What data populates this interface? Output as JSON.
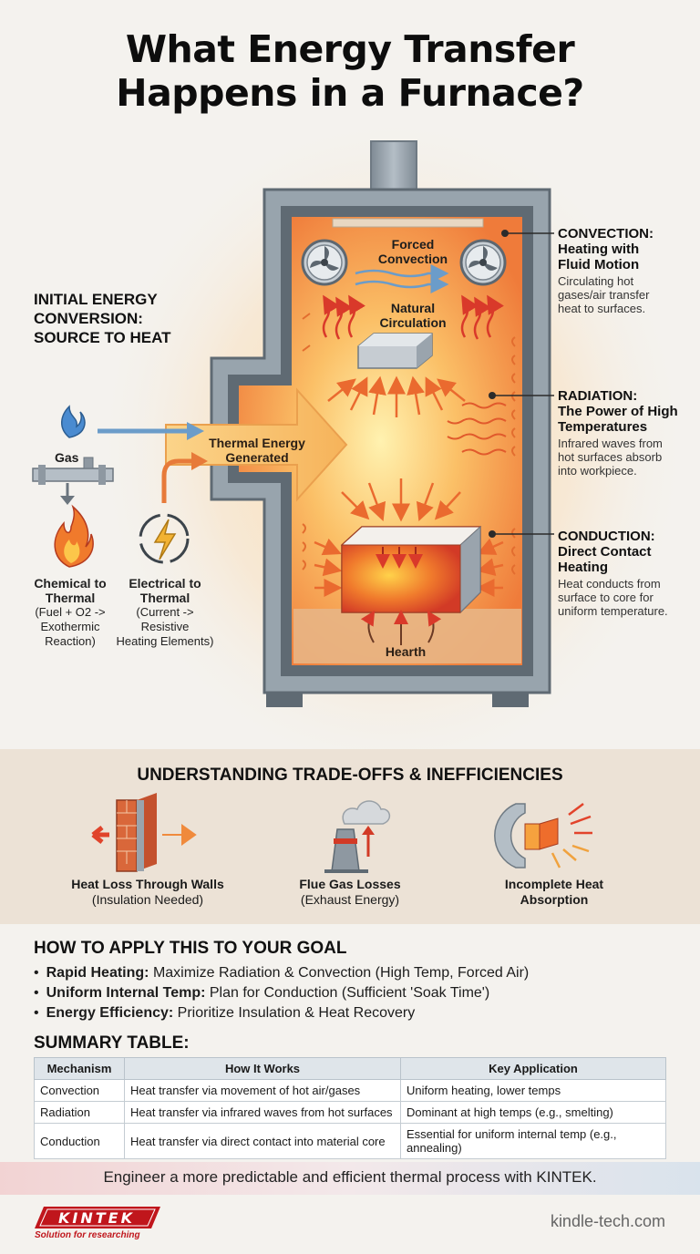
{
  "title": {
    "line1": "What Energy Transfer",
    "line2": "Happens in a Furnace?"
  },
  "initial": {
    "line1": "INITIAL ENERGY",
    "line2": "CONVERSION:",
    "line3": "SOURCE TO HEAT",
    "gas_label": "Gas",
    "thermal_line1": "Thermal Energy",
    "thermal_line2": "Generated",
    "chemical": {
      "title1": "Chemical to",
      "title2": "Thermal",
      "desc1": "(Fuel + O2 ->",
      "desc2": "Exothermic",
      "desc3": "Reaction)"
    },
    "electrical": {
      "title1": "Electrical to",
      "title2": "Thermal",
      "desc1": "(Current ->",
      "desc2": "Resistive",
      "desc3": "Heating Elements)"
    }
  },
  "furnace": {
    "forced1": "Forced",
    "forced2": "Convection",
    "natural1": "Natural",
    "natural2": "Circulation",
    "hearth": "Hearth"
  },
  "callouts": {
    "convection": {
      "h1": "CONVECTION:",
      "h2": "Heating with",
      "h3": "Fluid Motion",
      "p1": "Circulating hot",
      "p2": "gases/air transfer",
      "p3": "heat to surfaces."
    },
    "radiation": {
      "h1": "RADIATION:",
      "h2": "The Power of High",
      "h3": "Temperatures",
      "p1": "Infrared waves from",
      "p2": "hot surfaces absorb",
      "p3": "into workpiece."
    },
    "conduction": {
      "h1": "CONDUCTION:",
      "h2": "Direct Contact",
      "h3": "Heating",
      "p1": "Heat conducts from",
      "p2": "surface to core for",
      "p3": "uniform temperature."
    }
  },
  "tradeoffs": {
    "title": "UNDERSTANDING TRADE-OFFS & INEFFICIENCIES",
    "items": [
      {
        "line1": "Heat Loss Through Walls",
        "line2": "(Insulation Needed)"
      },
      {
        "line1": "Flue Gas Losses",
        "line2": "(Exhaust Energy)"
      },
      {
        "line1": "Incomplete Heat",
        "line2": "Absorption"
      }
    ]
  },
  "goals": {
    "title": "HOW TO APPLY THIS TO YOUR GOAL",
    "items": [
      {
        "label": "Rapid Heating:",
        "text": " Maximize Radiation & Convection (High Temp, Forced Air)"
      },
      {
        "label": "Uniform Internal Temp:",
        "text": " Plan for Conduction (Sufficient 'Soak Time')"
      },
      {
        "label": "Energy Efficiency:",
        "text": " Prioritize Insulation & Heat Recovery"
      }
    ]
  },
  "summary": {
    "title": "SUMMARY TABLE:",
    "headers": [
      "Mechanism",
      "How It Works",
      "Key Application"
    ],
    "rows": [
      [
        "Convection",
        "Heat transfer via movement of hot air/gases",
        "Uniform heating, lower temps"
      ],
      [
        "Radiation",
        "Heat transfer via infrared waves from hot surfaces",
        "Dominant at high temps (e.g., smelting)"
      ],
      [
        "Conduction",
        "Heat transfer via direct contact into material core",
        "Essential for uniform internal temp (e.g., annealing)"
      ]
    ]
  },
  "footer": {
    "tagline": "Engineer a more predictable and efficient thermal process with KINTEK.",
    "brand": "KINTEK",
    "brand_sub": "Solution for researching",
    "site": "kindle-tech.com"
  },
  "colors": {
    "furnace_steel": "#8e9aa4",
    "hot_orange": "#f08a3c",
    "hot_red": "#e2432b",
    "glow_yellow": "#fde6a8",
    "brand_red": "#c0161c"
  }
}
